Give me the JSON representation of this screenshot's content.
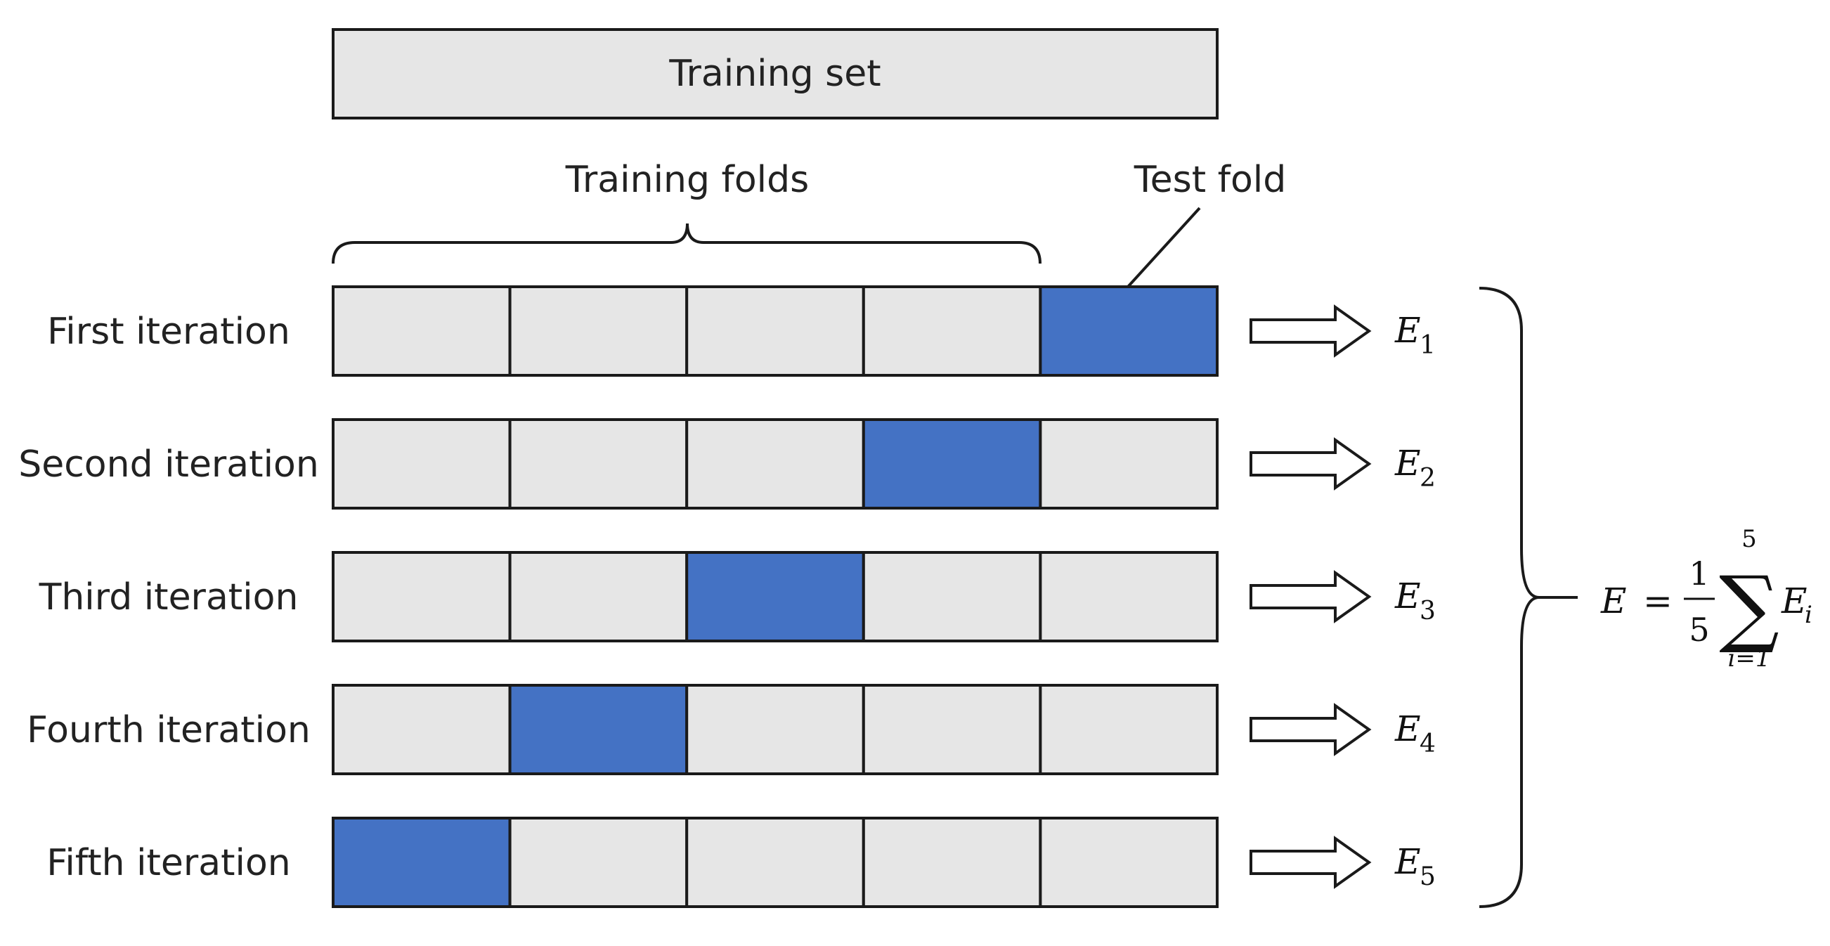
{
  "training_set_label": "Training set",
  "training_folds_label": "Training folds",
  "test_fold_label": "Test fold",
  "colors": {
    "fold_fill": "#e6e6e6",
    "test_fill": "#4472c4",
    "stroke": "#1a1a1a"
  },
  "num_folds": 5,
  "iterations": [
    {
      "label": "First iteration",
      "test_fold": 5,
      "error": "E",
      "error_sub": "1"
    },
    {
      "label": "Second iteration",
      "test_fold": 4,
      "error": "E",
      "error_sub": "2"
    },
    {
      "label": "Third iteration",
      "test_fold": 3,
      "error": "E",
      "error_sub": "3"
    },
    {
      "label": "Fourth iteration",
      "test_fold": 2,
      "error": "E",
      "error_sub": "4"
    },
    {
      "label": "Fifth iteration",
      "test_fold": 1,
      "error": "E",
      "error_sub": "5"
    }
  ],
  "formula": {
    "lhs": "E",
    "equals": "=",
    "numerator": "1",
    "denominator": "5",
    "sum_symbol": "∑",
    "upper_limit": "5",
    "lower_limit": "i=1",
    "term": "E",
    "term_sub": "i"
  }
}
